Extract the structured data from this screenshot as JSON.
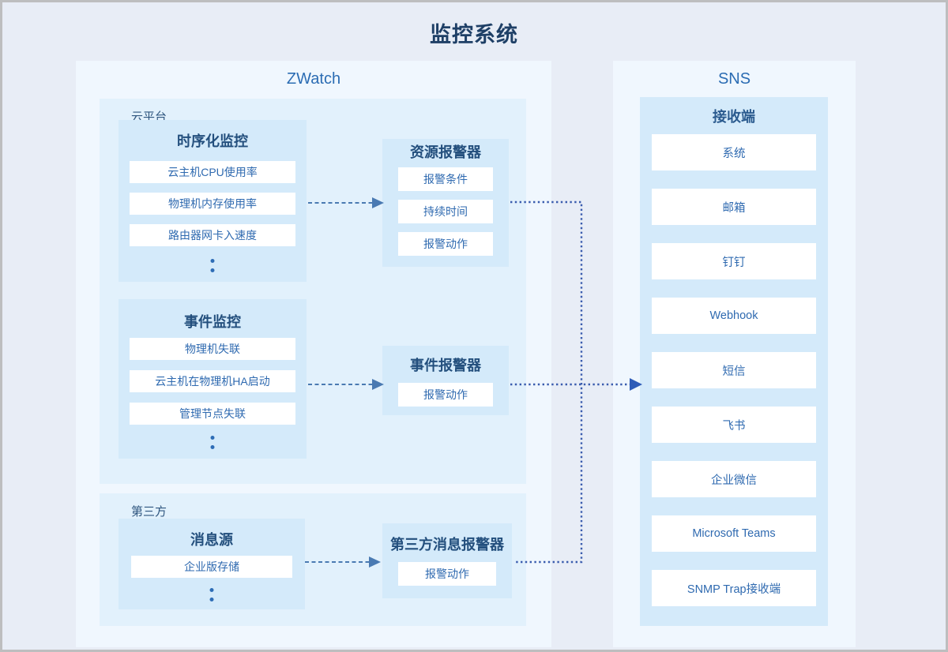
{
  "page": {
    "title": "监控系统"
  },
  "zwatch": {
    "label": "ZWatch",
    "cloud_platform": {
      "label": "云平台",
      "time_series": {
        "title": "时序化监控",
        "items": [
          "云主机CPU使用率",
          "物理机内存使用率",
          "路由器网卡入速度"
        ]
      },
      "events": {
        "title": "事件监控",
        "items": [
          "物理机失联",
          "云主机在物理机HA启动",
          "管理节点失联"
        ]
      }
    },
    "third_party": {
      "label": "第三方",
      "message_source": {
        "title": "消息源",
        "items": [
          "企业版存储"
        ]
      }
    },
    "resource_alarm": {
      "title": "资源报警器",
      "items": [
        "报警条件",
        "持续时间",
        "报警动作"
      ]
    },
    "event_alarm": {
      "title": "事件报警器",
      "items": [
        "报警动作"
      ]
    },
    "third_party_alarm": {
      "title": "第三方消息报警器",
      "items": [
        "报警动作"
      ]
    }
  },
  "sns": {
    "label": "SNS",
    "receiver": {
      "title": "接收端",
      "items": [
        "系统",
        "邮箱",
        "钉钉",
        "Webhook",
        "短信",
        "飞书",
        "企业微信",
        "Microsoft Teams",
        "SNMP Trap接收端"
      ]
    }
  },
  "colors": {
    "page_background": "#e8edf6",
    "page_border": "#bdbebf",
    "outer_panel": "#f0f7fe",
    "inner_panel": "#e2f1fc",
    "node_box": "#d4eafa",
    "item_box": "#ffffff",
    "main_title_text": "#1e3f66",
    "panel_label_text": "#2b6cb3",
    "box_title_text": "#234f7d",
    "item_text": "#2f6ab0",
    "dashed_arrow": "#4a7ab2",
    "dotted_connector": "#3a5cae"
  }
}
